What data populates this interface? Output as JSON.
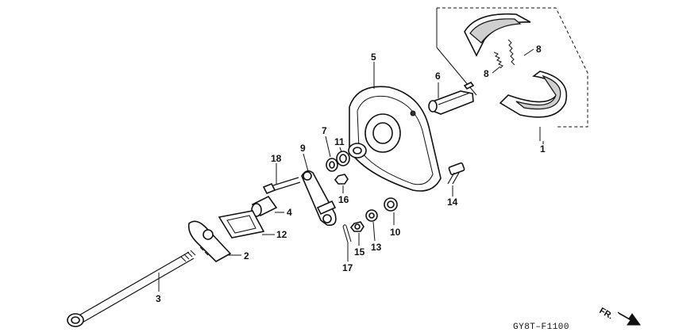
{
  "diagram": {
    "part_numbers": [
      "1",
      "2",
      "3",
      "4",
      "5",
      "6",
      "7",
      "8",
      "8",
      "9",
      "10",
      "11",
      "12",
      "13",
      "14",
      "15",
      "16",
      "17",
      "18"
    ],
    "drawing_code": "GY8T–F1100",
    "direction_marker": "FR."
  }
}
